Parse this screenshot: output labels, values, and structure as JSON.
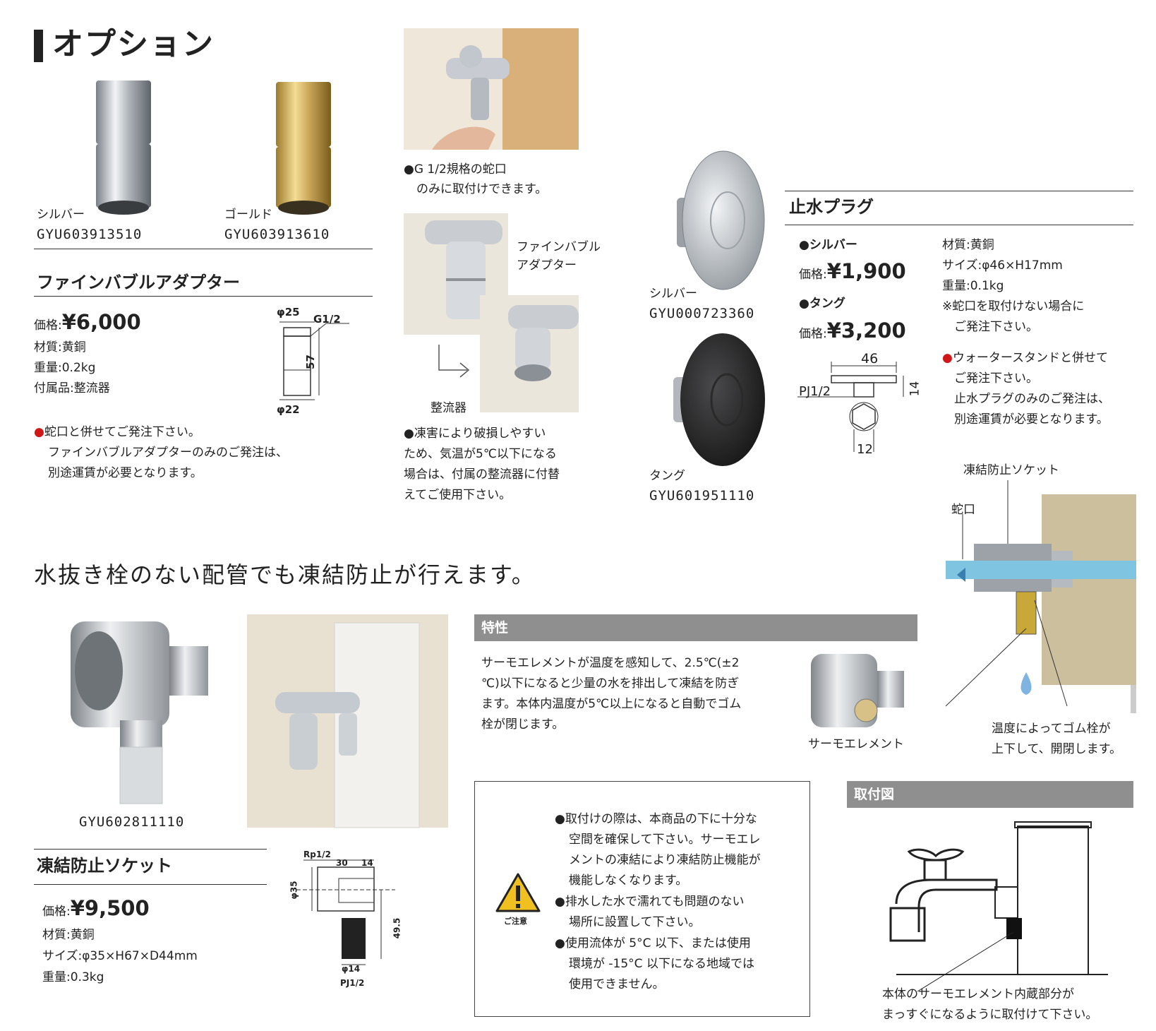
{
  "page": {
    "title": "オプション",
    "headline": "水抜き栓のない配管でも凍結防止が行えます。"
  },
  "adapter": {
    "silver": {
      "label": "シルバー",
      "code": "GYU603913510"
    },
    "gold": {
      "label": "ゴールド",
      "code": "GYU603913610"
    },
    "name": "ファインバブルアダプター",
    "price_label": "価格:",
    "price": "¥6,000",
    "material": "材質:黄銅",
    "weight": "重量:0.2kg",
    "accessory": "付属品:整流器",
    "note_line1": "蛇口と併せてご発注下さい。",
    "note_line2": "ファインバブルアダプターのみのご発注は、",
    "note_line3": "別途運賃が必要となります。",
    "dims": {
      "d1": "φ25",
      "thread": "G1/2",
      "height": "57",
      "d2": "φ22"
    },
    "photo_caption_line1": "G 1/2規格の蛇口",
    "photo_caption_line2": "のみに取付けできます。",
    "photo_label_line1": "ファインバブル",
    "photo_label_line2": "アダプター",
    "straightener_label": "整流器",
    "caution_line1": "凍害により破損しやすい",
    "caution_line2": "ため、気温が5℃以下になる",
    "caution_line3": "場合は、付属の整流器に付替",
    "caution_line4": "えてご使用下さい。"
  },
  "plug": {
    "silver": {
      "label": "シルバー",
      "code": "GYU000723360"
    },
    "tan": {
      "label": "タング",
      "code": "GYU601951110"
    },
    "name": "止水プラグ",
    "silver_head": "●シルバー",
    "tan_head": "●タング",
    "price_label": "価格:",
    "price_silver": "¥1,900",
    "price_tan": "¥3,200",
    "material": "材質:黄銅",
    "size": "サイズ:φ46×H17mm",
    "weight": "重量:0.1kg",
    "note1_line1": "※蛇口を取付けない場合に",
    "note1_line2": "ご発注下さい。",
    "note2_line1": "ウォータースタンドと併せて",
    "note2_line2": "ご発注下さい。",
    "note2_line3": "止水プラグのみのご発注は、",
    "note2_line4": "別途運賃が必要となります。",
    "dims": {
      "w": "46",
      "thread": "PJ1/2",
      "h": "14",
      "hex": "12"
    }
  },
  "socket": {
    "code": "GYU602811110",
    "name": "凍結防止ソケット",
    "price_label": "価格:",
    "price": "¥9,500",
    "material": "材質:黄銅",
    "size": "サイズ:φ35×H67×D44mm",
    "weight": "重量:0.3kg",
    "dims": {
      "rp": "Rp1/2",
      "a": "30",
      "b": "14",
      "d": "φ35",
      "h": "49.5",
      "d2": "φ14",
      "pj": "PJ1/2"
    }
  },
  "feature": {
    "title": "特性",
    "line1": "サーモエレメントが温度を感知して、2.5℃(±2",
    "line2": "℃)以下になると少量の水を排出して凍結を防ぎ",
    "line3": "ます。本体内温度が5℃以上になると自動でゴム",
    "line4": "栓が閉じます。",
    "thermo_label": "サーモエレメント",
    "socket_label": "凍結防止ソケット",
    "faucet_label": "蛇口",
    "valve_line1": "温度によってゴム栓が",
    "valve_line2": "上下して、開閉します。"
  },
  "caution": {
    "label": "ご注意",
    "l1": "取付けの際は、本商品の下に十分な",
    "l2": "空間を確保して下さい。サーモエレ",
    "l3": "メントの凍結により凍結防止機能が",
    "l4": "機能しなくなります。",
    "l5": "排水した水で濡れても問題のない",
    "l6": "場所に設置して下さい。",
    "l7": "使用流体が 5°C 以下、または使用",
    "l8": "環境が -15°C 以下になる地域では",
    "l9": "使用できません。"
  },
  "install": {
    "title": "取付図",
    "line1": "本体のサーモエレメント内蔵部分が",
    "line2": "まっすぐになるように取付けて下さい。"
  },
  "colors": {
    "accent_red": "#d01818",
    "bar_gray": "#8f8f8f",
    "pipe_blue": "#7fc4e0",
    "wall_tan": "#cbbf9e"
  }
}
